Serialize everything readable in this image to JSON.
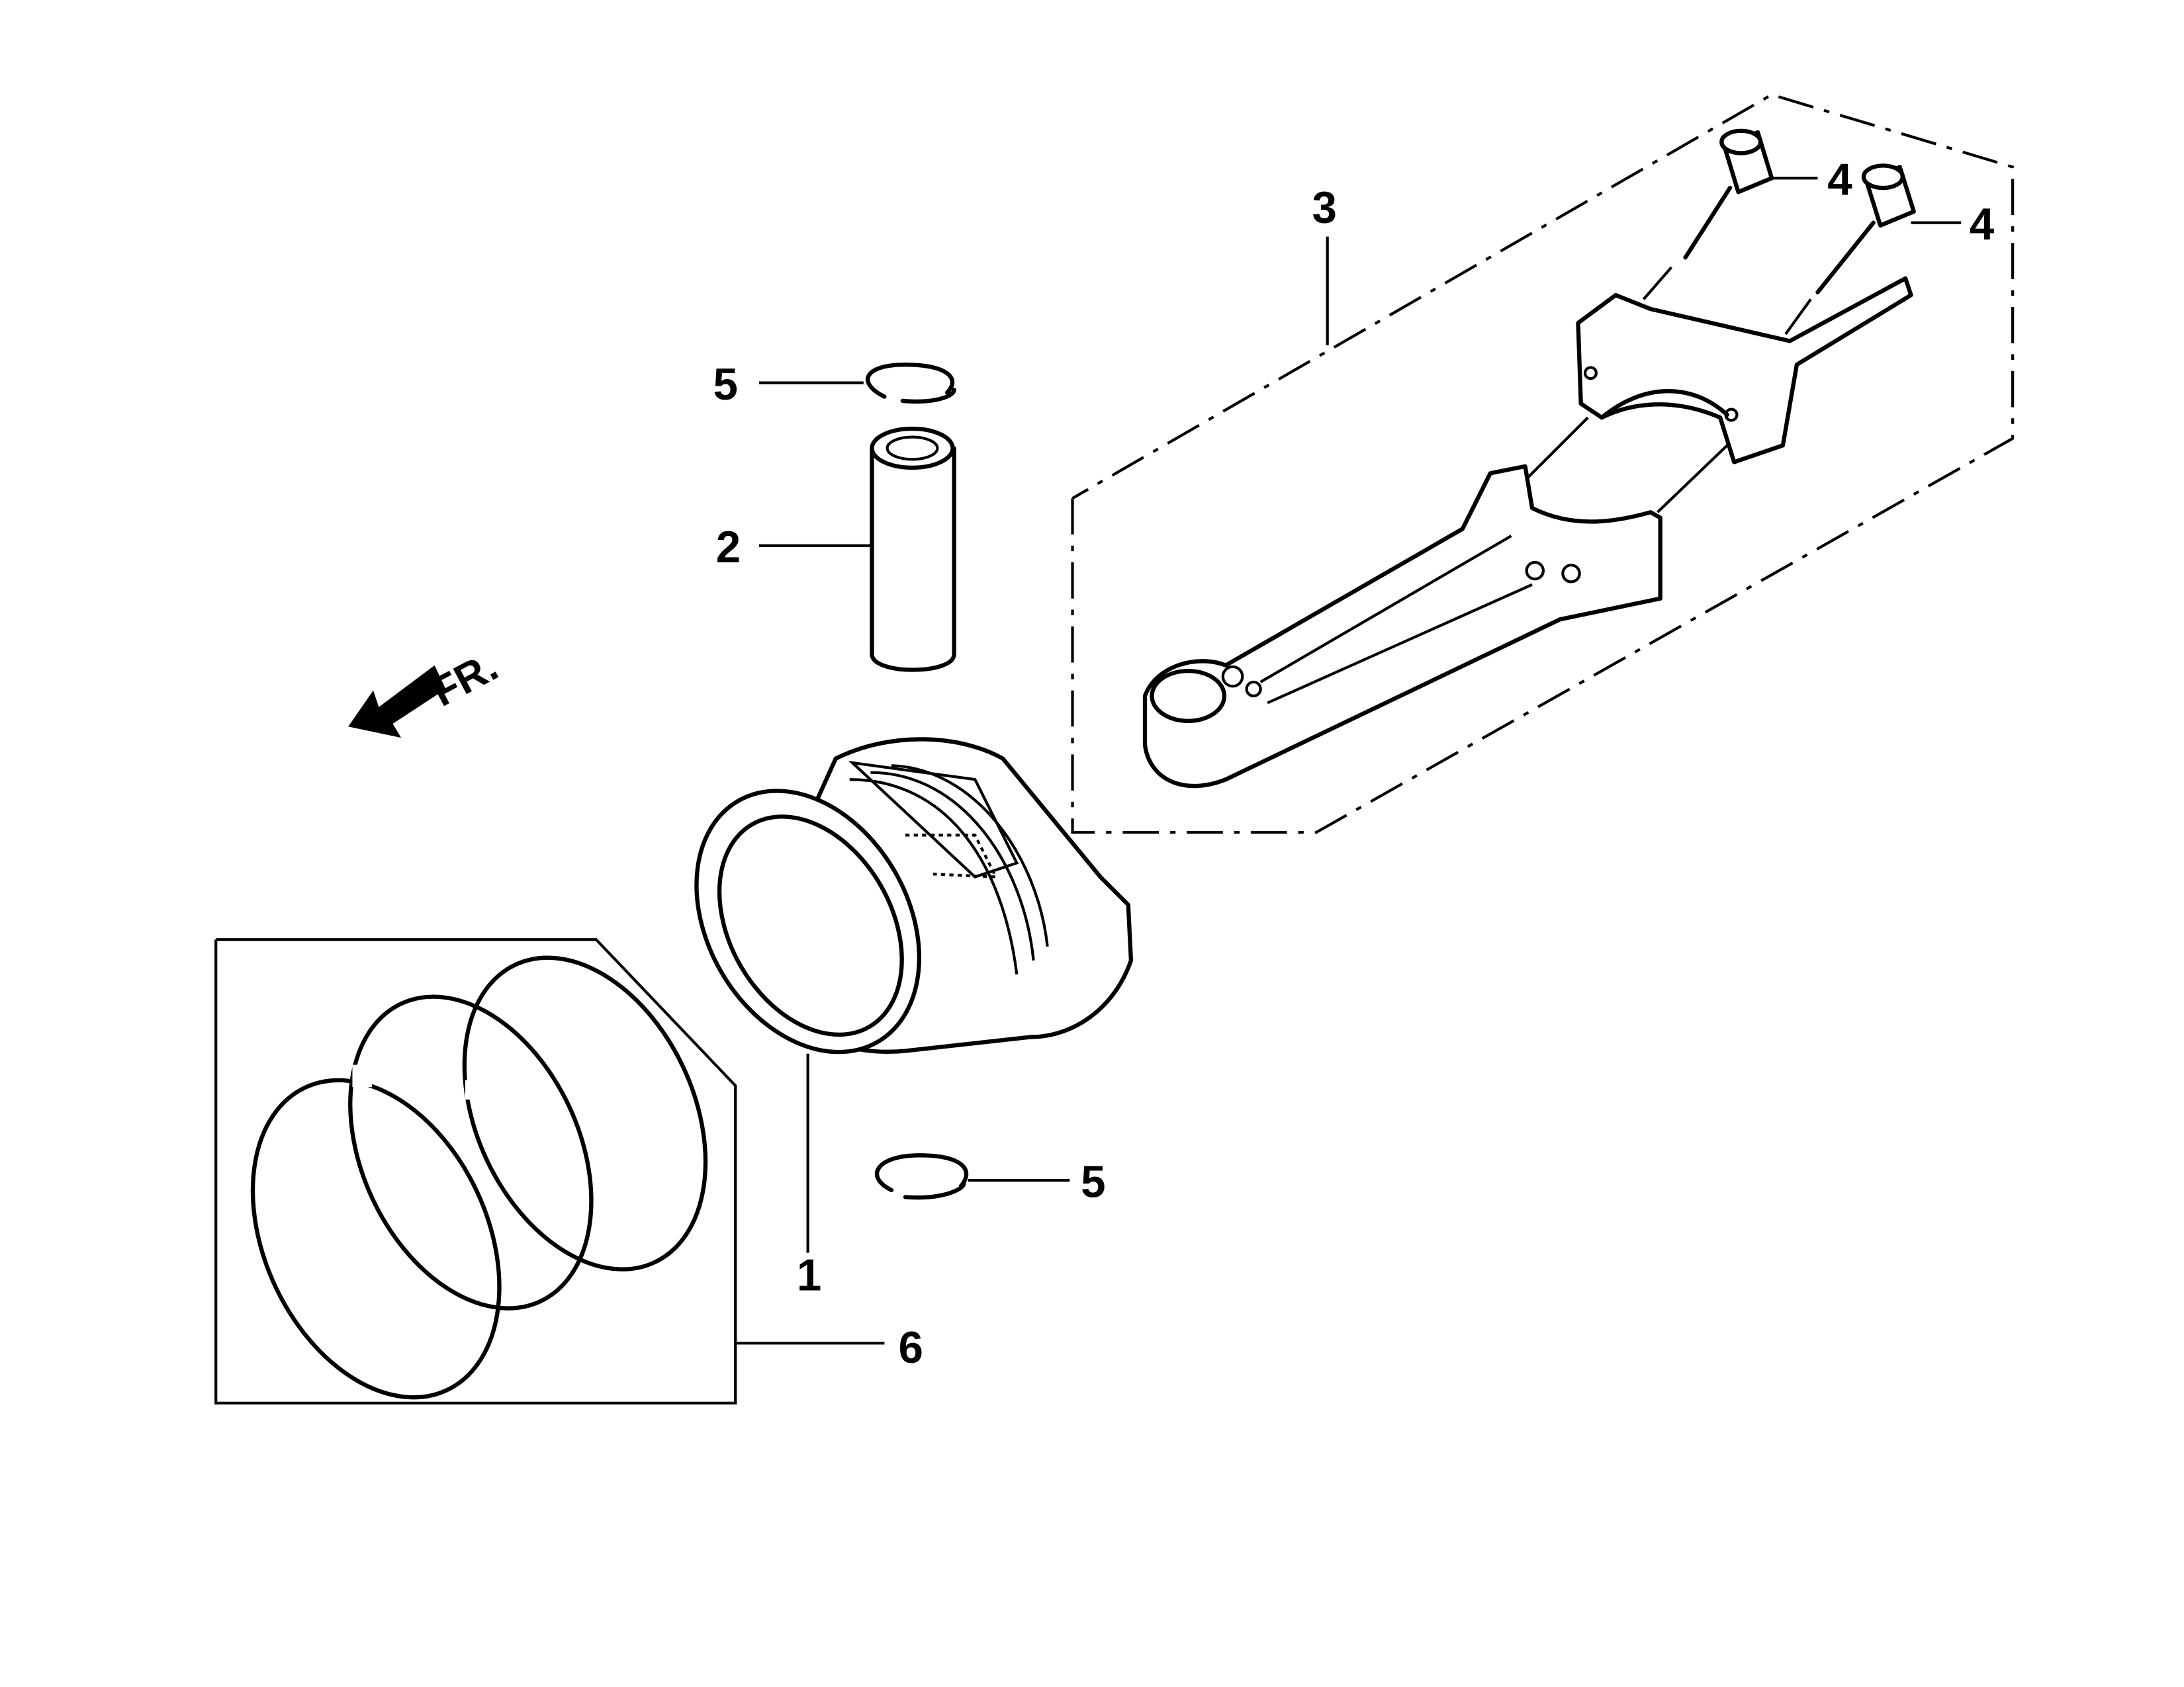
{
  "diagram": {
    "direction_label": "FR.",
    "callouts": {
      "piston": "1",
      "piston_pin": "2",
      "connecting_rod_assembly": "3",
      "rod_bolt_a": "4",
      "rod_bolt_b": "4",
      "pin_clip_top": "5",
      "pin_clip_bottom": "5",
      "piston_ring_set": "6"
    }
  }
}
